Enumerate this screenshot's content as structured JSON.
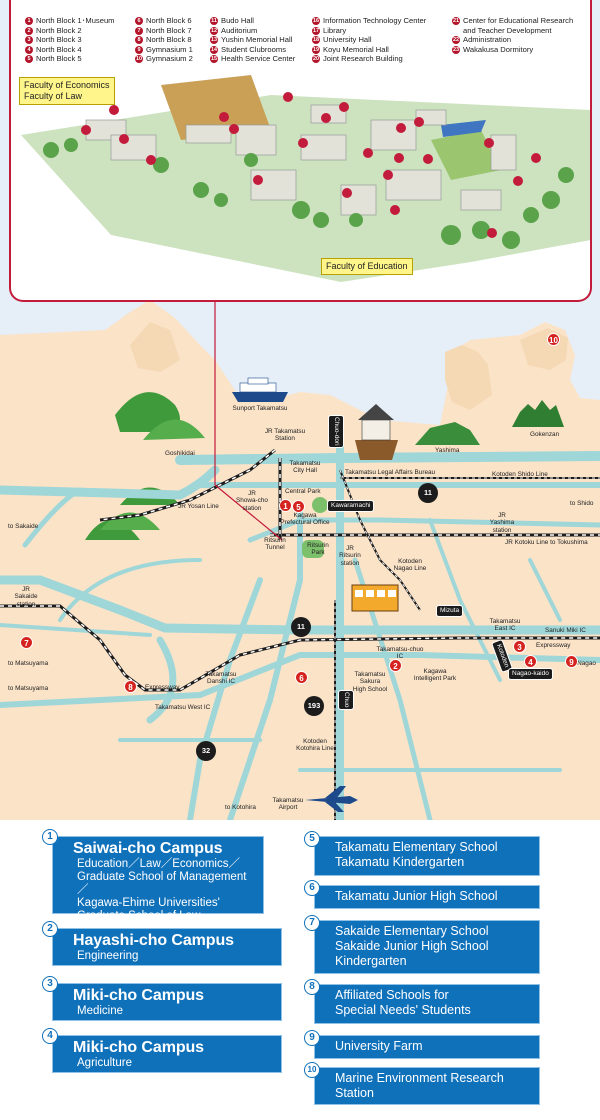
{
  "campus_map": {
    "buildings": [
      {
        "num": "1",
        "name": "North Block 1･Museum"
      },
      {
        "num": "2",
        "name": "North Block 2"
      },
      {
        "num": "3",
        "name": "North Block 3"
      },
      {
        "num": "4",
        "name": "North Block 4"
      },
      {
        "num": "5",
        "name": "North Block 5"
      },
      {
        "num": "6",
        "name": "North Block 6"
      },
      {
        "num": "7",
        "name": "North Block 7"
      },
      {
        "num": "8",
        "name": "North Block 8"
      },
      {
        "num": "9",
        "name": "Gymnasium 1"
      },
      {
        "num": "10",
        "name": "Gymnasium 2"
      },
      {
        "num": "11",
        "name": "Budo Hall"
      },
      {
        "num": "12",
        "name": "Auditorium"
      },
      {
        "num": "13",
        "name": "Yushin Memorial Hall"
      },
      {
        "num": "14",
        "name": "Student Clubrooms"
      },
      {
        "num": "15",
        "name": "Health Service Center"
      },
      {
        "num": "16",
        "name": "Information Technology Center"
      },
      {
        "num": "17",
        "name": "Library"
      },
      {
        "num": "18",
        "name": "University Hall"
      },
      {
        "num": "19",
        "name": "Koyu Memorial Hall"
      },
      {
        "num": "20",
        "name": "Joint Research Building"
      },
      {
        "num": "21",
        "name": "Center for Educational Research\nand Teacher Development"
      },
      {
        "num": "22",
        "name": "Administration"
      },
      {
        "num": "23",
        "name": "Wakakusa Dormitory"
      }
    ],
    "faculty_tag_1": "Faculty of Economics\nFaculty of Law",
    "faculty_tag_2": "Faculty of Education"
  },
  "city_map": {
    "labels": {
      "sunport": "Sunport Takamatsu",
      "jr_takamatsu": "JR Takamatsu\nStation",
      "goshikidai": "Goshikidai",
      "city_hall": "Takamatsu\nCity Hall",
      "legal_affairs": "Takamatsu Legal Affairs Bureau",
      "kotoden_shido": "Kotoden Shido Line",
      "central_park": "Central Park",
      "kagawa_pref": "Kagawa\nPrefectural Office",
      "jr_showa": "JR\nShowa-cho\nstation",
      "jr_yosan": "JR Yosan Line",
      "to_sakaide": "to Sakaide",
      "to_shido": "to Shido",
      "jr_yashima": "JR\nYashima\nstation",
      "jr_kotoku": "JR Kotoku Line to Tokushima",
      "ritsurin_tunnel": "Ritsurin\nTunnel",
      "ritsurin_park": "Ritsurin\nPark",
      "jr_ritsurin": "JR\nRitsurin\nstation",
      "kotoden_nagao": "Kotoden\nNagao Line",
      "jr_sakaide": "JR\nSakaide\nstation",
      "to_matsuyama_1": "to Matsuyama",
      "to_matsuyama_2": "to Matsuyama",
      "takamatsu_east": "Takamatsu\nEast IC",
      "sanuki_miki": "Sanuki Miki IC",
      "expressway_e": "Expressway",
      "takamatsu_chuo": "Takamatsu-chuo\nIC",
      "sakura_high": "Takamatsu\nSakura\nHigh School",
      "intelligent_park": "Kagawa\nIntelligent Park",
      "to_nagao": "to Nagao",
      "danshi": "Takamatsu\nDanshi IC",
      "expressway_w": "Expressway",
      "takamatsu_west": "Takamatsu West IC",
      "kotoden_kotohira": "Kotoden\nKotohira Line",
      "airport": "Takamatsu\nAirport",
      "to_kotohira": "to Kotohira",
      "yashima": "Yashima",
      "gokenzan": "Gokenzan",
      "chuo_dori": "Chuo-dori",
      "route_a": "Kawaramachi",
      "route_b": "Mizuta",
      "route_c": "Kotoden",
      "route_d": "Nagao-kaido",
      "route_e": "Chuo"
    },
    "roads": [
      "11",
      "11",
      "193",
      "32"
    ],
    "pins": [
      "1",
      "2",
      "3",
      "4",
      "5",
      "6",
      "7",
      "8",
      "9",
      "10"
    ]
  },
  "legend": [
    {
      "num": "1",
      "title": "Saiwai-cho Campus",
      "sub": "Education／Law／Economics／\nGraduate School of Management／\nKagawa-Ehime Universities'\nGraduate School of Law"
    },
    {
      "num": "2",
      "title": "Hayashi-cho Campus",
      "sub": "Engineering"
    },
    {
      "num": "3",
      "title": "Miki-cho Campus",
      "sub": "Medicine"
    },
    {
      "num": "4",
      "title": "Miki-cho Campus",
      "sub": "Agriculture"
    },
    {
      "num": "5",
      "text": "Takamatu Elementary School\nTakamatu Kindergarten"
    },
    {
      "num": "6",
      "text": "Takamatu Junior High School"
    },
    {
      "num": "7",
      "text": "Sakaide Elementary School\nSakaide Junior High School\nKindergarten"
    },
    {
      "num": "8",
      "text": "Affiliated Schools for\nSpecial Needs' Students"
    },
    {
      "num": "9",
      "text": "University Farm"
    },
    {
      "num": "10",
      "text": "Marine Environment Research\nStation"
    }
  ],
  "colors": {
    "pin_red": "#d52420",
    "legend_blue": "#1071bb",
    "sea": "#e6eef7",
    "land": "#fbe3c8",
    "road": "#9fd6d8"
  }
}
